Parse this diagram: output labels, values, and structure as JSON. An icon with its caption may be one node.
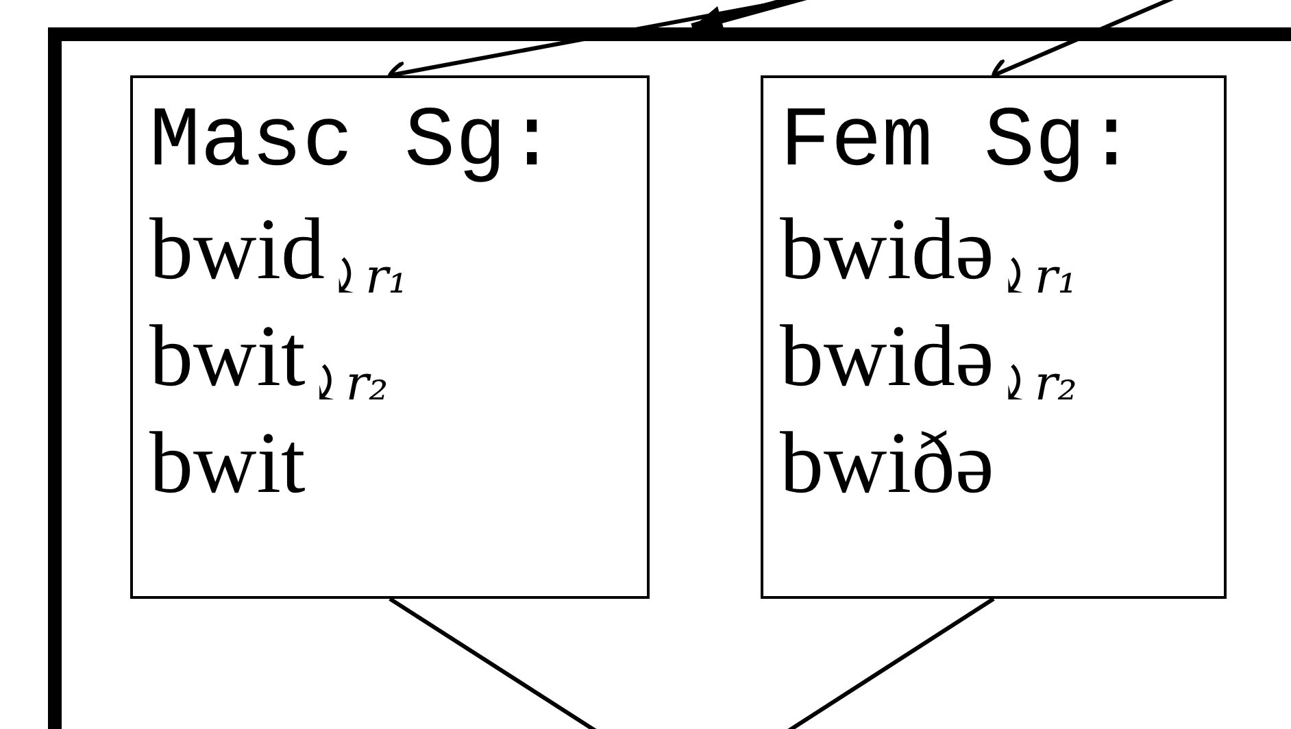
{
  "diagram": {
    "nodes": [
      {
        "text": [],
        "shape": "box"
      },
      {
        "text": [
          "Masc Sg:",
          "bwid$_{⤸r₁}$",
          "bwit$_{⤸r₂}$",
          "bwit"
        ],
        "in": 0
      },
      {
        "text": [
          "Fem Sg:",
          "bwidə$_{⤸r₁}$",
          "bwidə$_{⤸r₂}$",
          "bwiðə"
        ],
        "in": 0
      }
    ],
    "edges": [
      {
        "from": null,
        "to": 0,
        "arrow": "to",
        "style": "thick"
      },
      {
        "from": null,
        "to": 1,
        "arrow": "to"
      },
      {
        "from": null,
        "to": 2,
        "arrow": "to"
      },
      {
        "from": 1,
        "to": null,
        "arrow": "none"
      },
      {
        "from": 2,
        "to": null,
        "arrow": "none"
      }
    ]
  }
}
